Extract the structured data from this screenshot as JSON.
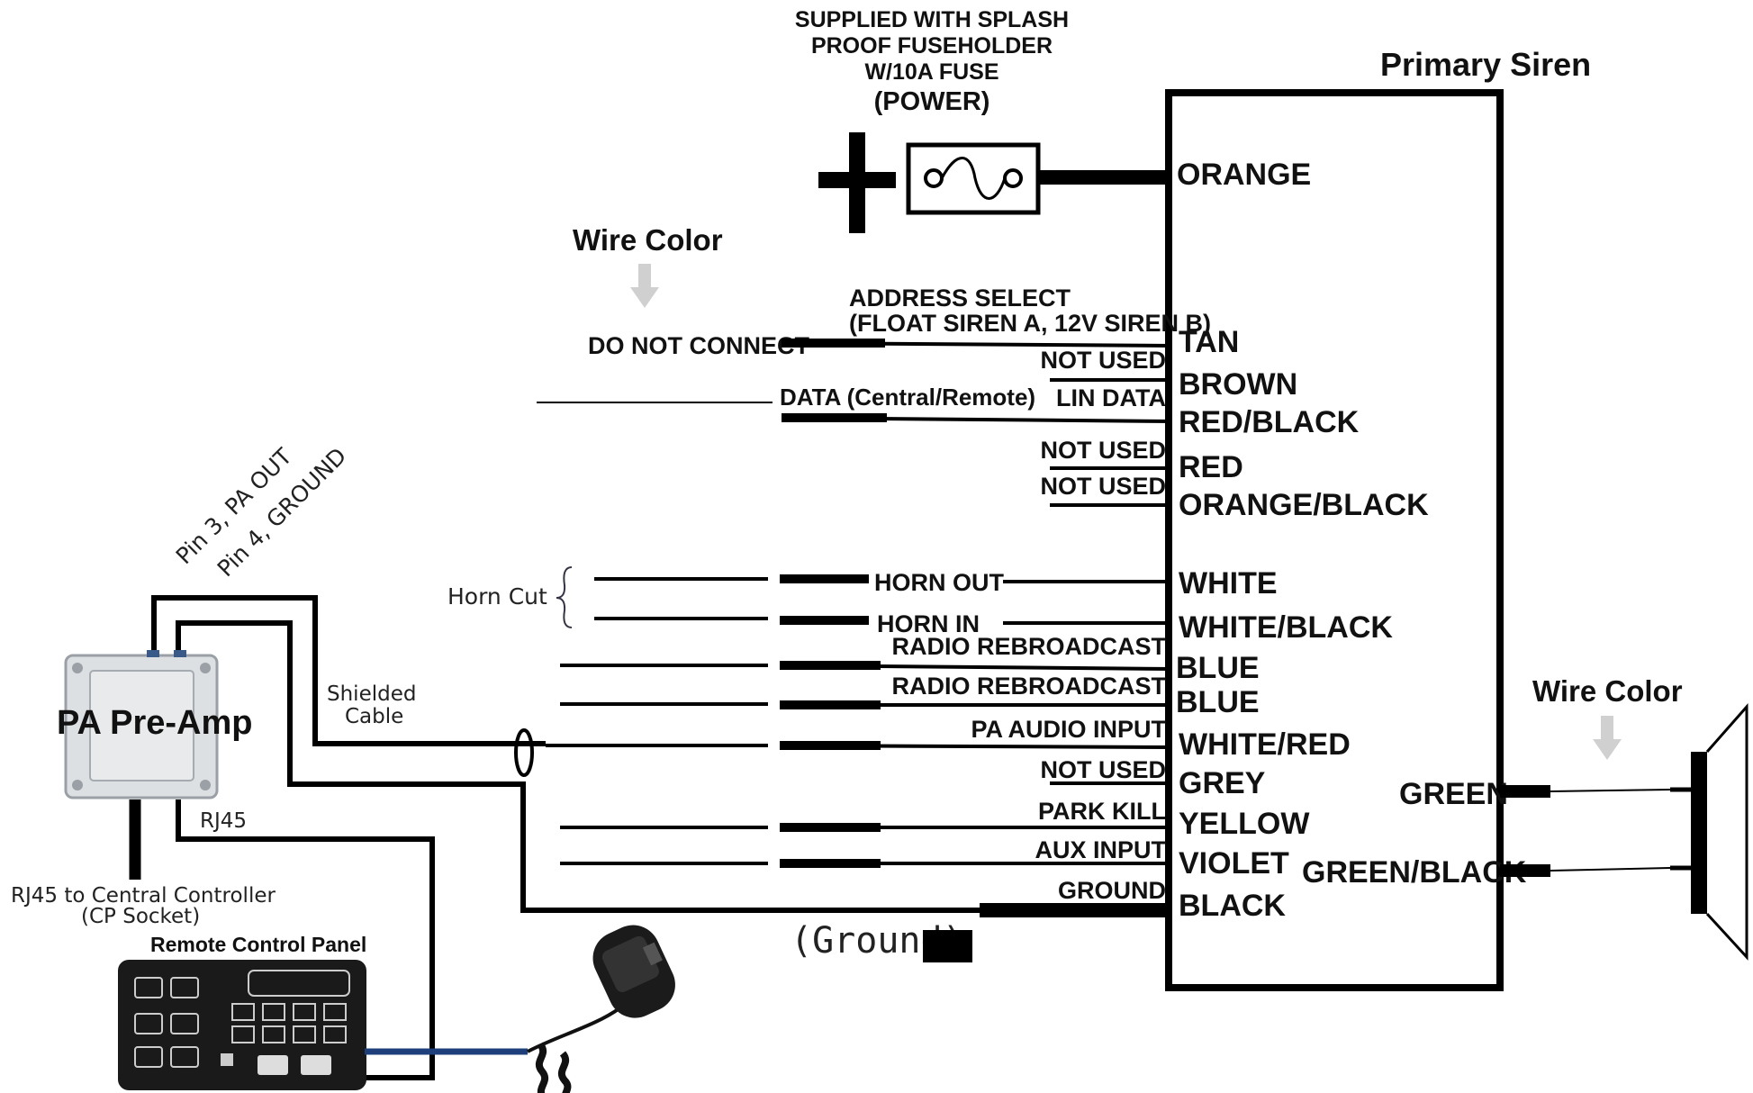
{
  "fuse_note": {
    "line1": "SUPPLIED WITH SPLASH",
    "line2": "PROOF FUSEHOLDER",
    "line3": "W/10A FUSE",
    "line4": "(POWER)"
  },
  "primary_siren_title": "Primary Siren",
  "wire_color_label": "Wire Color",
  "speaker_wire_color_label": "Wire Color",
  "address_select": {
    "line1": "ADDRESS SELECT",
    "line2": "(FLOAT SIREN A, 12V SIREN B)",
    "do_not_connect": "DO NOT CONNECT"
  },
  "data_label": "DATA (Central/Remote)",
  "horn_cut_label": "Horn Cut",
  "pin_labels": {
    "pin3": "Pin 3, PA OUT",
    "pin4": "Pin 4, GROUND"
  },
  "shielded_cable": {
    "line1": "Shielded",
    "line2": "Cable"
  },
  "preamp_label": "PA Pre-Amp",
  "rj45_label": "RJ45",
  "rj45_central": {
    "line1": "RJ45 to Central Controller",
    "line2": "(CP Socket)"
  },
  "remote_panel_label": "Remote Control Panel",
  "ground_label": "(Ground)",
  "siren_wires": [
    {
      "color": "ORANGE",
      "function": ""
    },
    {
      "color": "TAN",
      "function": ""
    },
    {
      "color": "BROWN",
      "function": "NOT USED"
    },
    {
      "color": "RED/BLACK",
      "function": "LIN DATA"
    },
    {
      "color": "RED",
      "function": "NOT USED"
    },
    {
      "color": "ORANGE/BLACK",
      "function": "NOT USED"
    },
    {
      "color": "WHITE",
      "function": "HORN OUT"
    },
    {
      "color": "WHITE/BLACK",
      "function": "HORN IN"
    },
    {
      "color": "BLUE",
      "function": "RADIO REBROADCAST"
    },
    {
      "color": "BLUE",
      "function": "RADIO REBROADCAST"
    },
    {
      "color": "WHITE/RED",
      "function": "PA AUDIO INPUT"
    },
    {
      "color": "GREY",
      "function": "NOT USED"
    },
    {
      "color": "YELLOW",
      "function": "PARK KILL"
    },
    {
      "color": "VIOLET",
      "function": "AUX INPUT"
    },
    {
      "color": "BLACK",
      "function": "GROUND"
    }
  ],
  "speaker_wires": [
    {
      "color": "GREEN"
    },
    {
      "color": "GREEN/BLACK"
    }
  ]
}
